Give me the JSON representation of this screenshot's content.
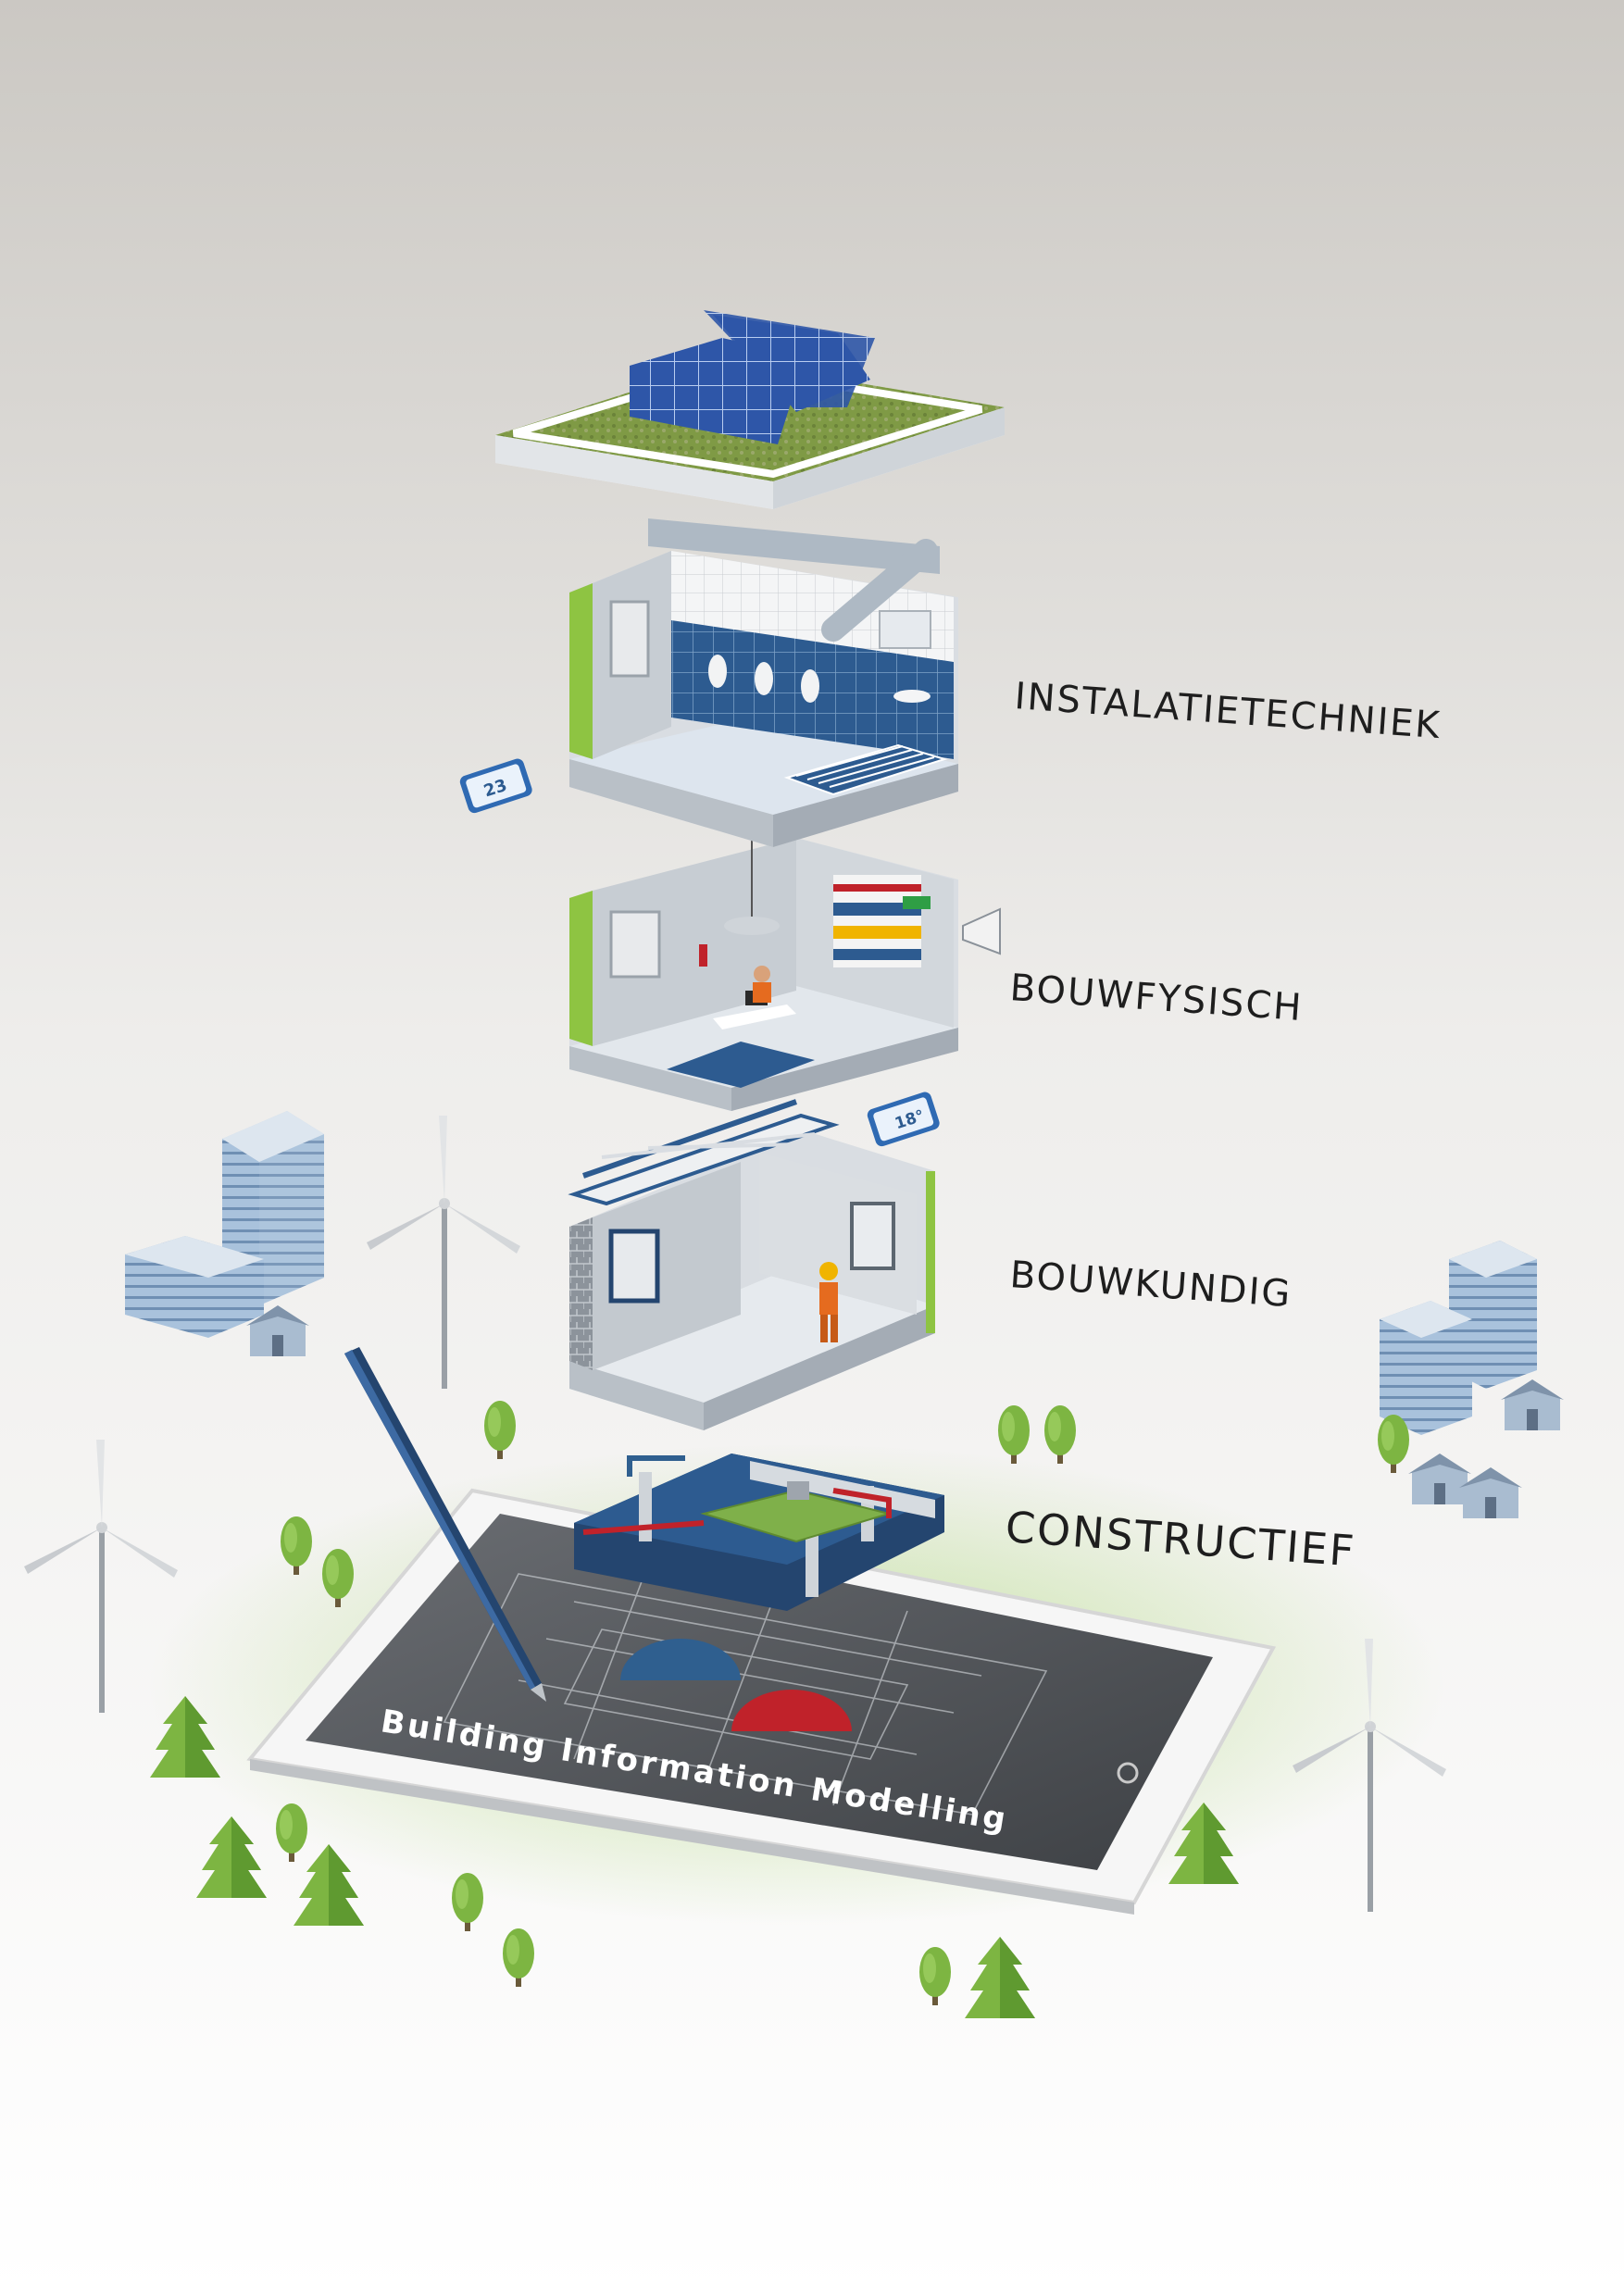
{
  "layers": [
    {
      "id": "installatie",
      "label": "INSTALATIETECHNIEK"
    },
    {
      "id": "bouwfysisch",
      "label": "BOUWFYSISCH"
    },
    {
      "id": "bouwkundig",
      "label": "BOUWKUNDIG"
    },
    {
      "id": "constructief",
      "label": "CONSTRUCTIEF"
    }
  ],
  "tablet": {
    "caption": "Building Information Modelling"
  },
  "devices": {
    "phone_top_reading": "23",
    "phone_mid_reading": "18°"
  },
  "colors": {
    "background_top": "#cbc8c3",
    "background_bottom": "#ffffff",
    "wall_grey": "#c9cfd6",
    "tile_blue": "#2d5b90",
    "green_edge": "#8ec442",
    "pipe_red": "#c0222a",
    "pipe_blue": "#2f5f8f",
    "tree_green": "#7db542",
    "building_blue": "#a9c2dc",
    "label_text": "#1e1e1e"
  },
  "icons": [
    "solar-panel-icon",
    "wind-turbine-icon",
    "tree-icon",
    "pine-tree-icon",
    "house-icon",
    "office-tower-icon",
    "smartphone-icon",
    "fire-extinguisher-icon",
    "megaphone-icon",
    "exit-sign-icon",
    "stylus-pen-icon"
  ]
}
